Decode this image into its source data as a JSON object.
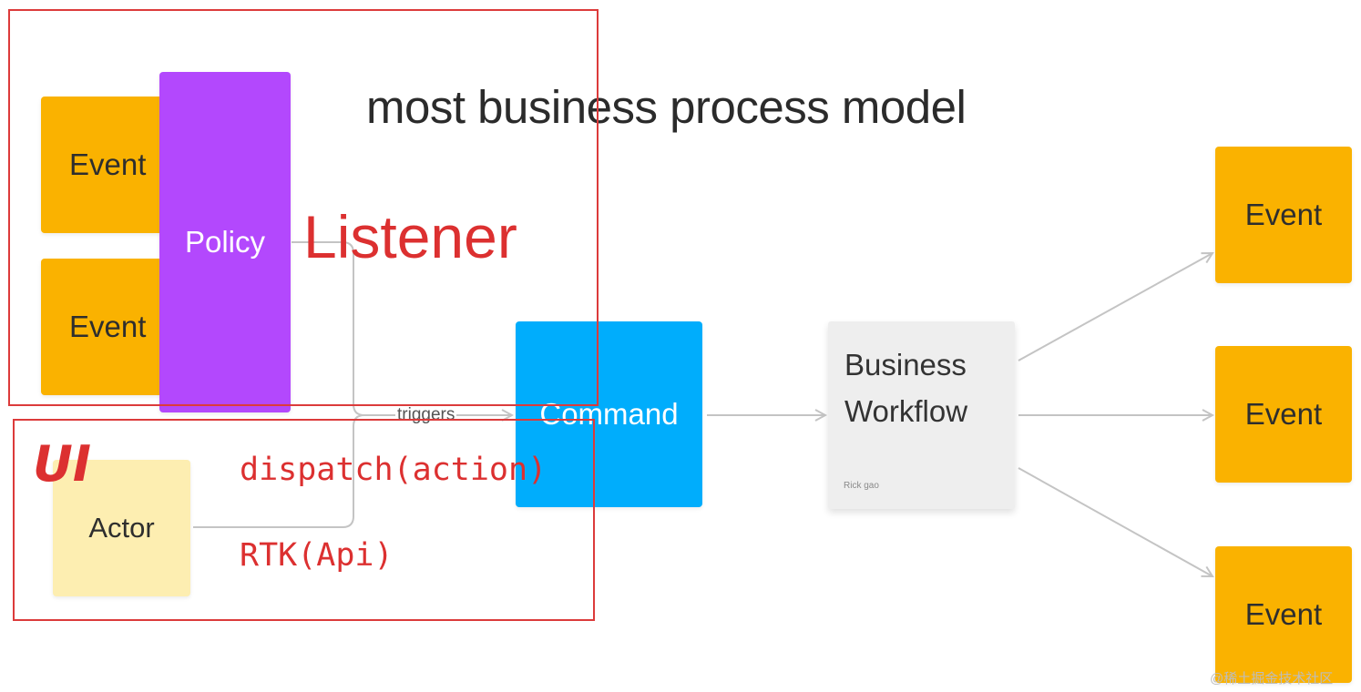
{
  "diagram": {
    "title": "most business process model",
    "nodes": {
      "event_top_left": "Event",
      "event_mid_left": "Event",
      "policy": "Policy",
      "command": "Command",
      "actor": "Actor",
      "workflow_title": "Business\nWorkflow",
      "workflow_author": "Rick gao",
      "event_right_1": "Event",
      "event_right_2": "Event",
      "event_right_3": "Event"
    },
    "edge_labels": {
      "triggers": "triggers"
    }
  },
  "annotations": {
    "listener": "Listener",
    "ui": "UI",
    "dispatch": "dispatch(action)",
    "rtk": "RTK(Api)"
  },
  "watermark": "@稀土掘金技术社区",
  "colors": {
    "event": "#fab200",
    "policy": "#b348fd",
    "command": "#00adfc",
    "actor": "#fdeeb1",
    "workflow": "#eeeeee",
    "annotation_red": "#dc3b3b",
    "connector": "#c4c4c4"
  }
}
